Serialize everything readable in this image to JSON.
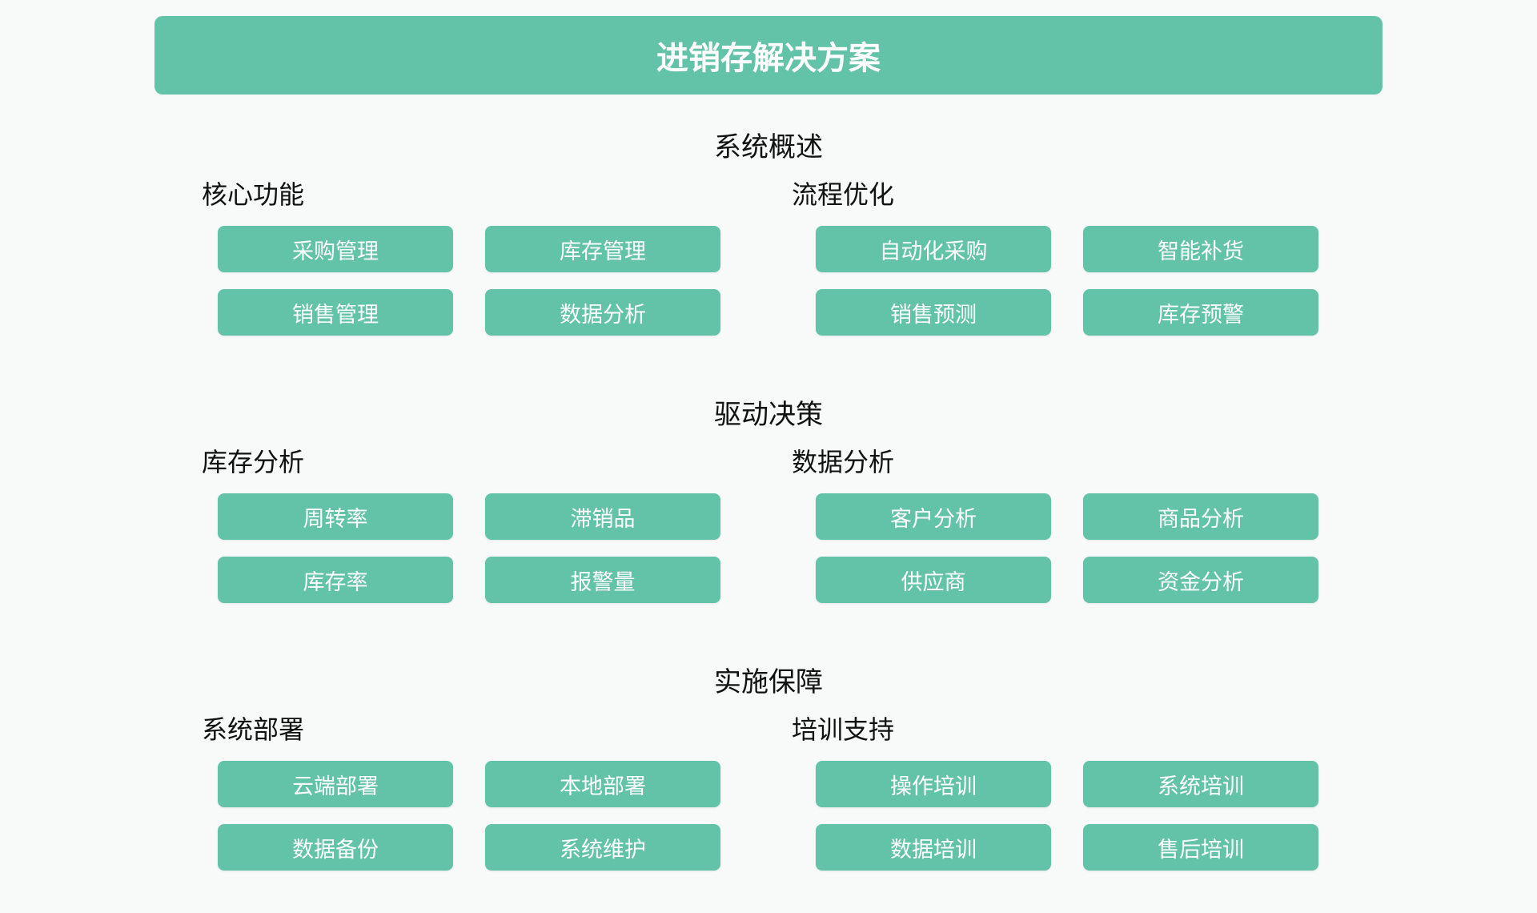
{
  "title": "进销存解决方案",
  "colors": {
    "accent": "#63c3a8",
    "background": "#f7faf9",
    "text": "#111111"
  },
  "sections": [
    {
      "title": "系统概述",
      "groups": [
        {
          "title": "核心功能",
          "items": [
            "采购管理",
            "库存管理",
            "销售管理",
            "数据分析"
          ]
        },
        {
          "title": "流程优化",
          "items": [
            "自动化采购",
            "智能补货",
            "销售预测",
            "库存预警"
          ]
        }
      ]
    },
    {
      "title": "驱动决策",
      "groups": [
        {
          "title": "库存分析",
          "items": [
            "周转率",
            "滞销品",
            "库存率",
            "报警量"
          ]
        },
        {
          "title": "数据分析",
          "items": [
            "客户分析",
            "商品分析",
            "供应商",
            "资金分析"
          ]
        }
      ]
    },
    {
      "title": "实施保障",
      "groups": [
        {
          "title": "系统部署",
          "items": [
            "云端部署",
            "本地部署",
            "数据备份",
            "系统维护"
          ]
        },
        {
          "title": "培训支持",
          "items": [
            "操作培训",
            "系统培训",
            "数据培训",
            "售后培训"
          ]
        }
      ]
    }
  ]
}
